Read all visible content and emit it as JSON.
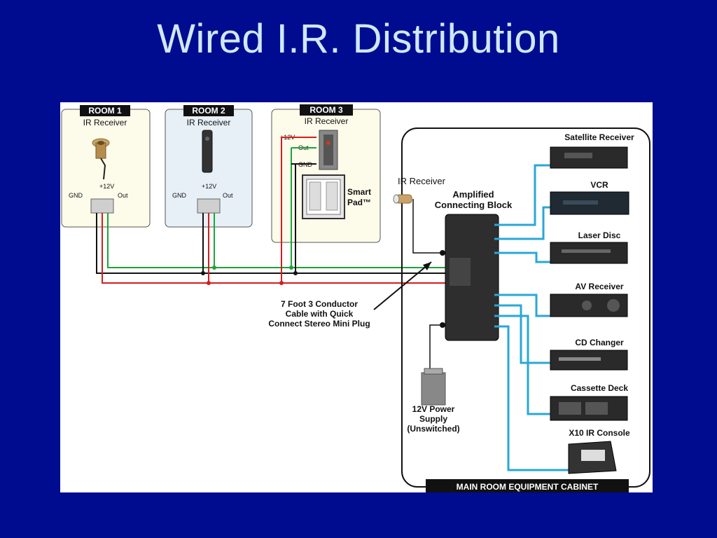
{
  "slide": {
    "title": "Wired I.R. Distribution"
  },
  "rooms": [
    {
      "tag": "ROOM 1",
      "device": "IR Receiver",
      "plus12v": "+12V",
      "gnd": "GND",
      "out": "Out"
    },
    {
      "tag": "ROOM 2",
      "device": "IR Receiver",
      "plus12v": "+12V",
      "gnd": "GND",
      "out": "Out"
    },
    {
      "tag": "ROOM 3",
      "device": "IR Receiver",
      "plus12v": "+12V",
      "out": "Out",
      "gnd": "GND",
      "smartpad_line1": "Smart",
      "smartpad_line2": "Pad™"
    }
  ],
  "main_cabinet": {
    "label": "MAIN ROOM EQUIPMENT CABINET",
    "ir_receiver": "IR Receiver",
    "block_line1": "Amplified",
    "block_line2": "Connecting Block",
    "cable_line1": "7 Foot 3 Conductor",
    "cable_line2": "Cable with Quick",
    "cable_line3": "Connect Stereo Mini Plug",
    "power_line1": "12V Power",
    "power_line2": "Supply",
    "power_line3": "(Unswitched)",
    "equipment": [
      "Satellite Receiver",
      "VCR",
      "Laser Disc",
      "AV Receiver",
      "CD Changer",
      "Cassette Deck",
      "X10 IR Console"
    ]
  },
  "colors": {
    "background": "#000c8f",
    "title": "#cfe8ff",
    "wire_green": "#1aa63a",
    "wire_red": "#d21e1e",
    "wire_black": "#111111",
    "ir_cable": "#2aa7d8",
    "room_bg": "#e8f0f7"
  }
}
